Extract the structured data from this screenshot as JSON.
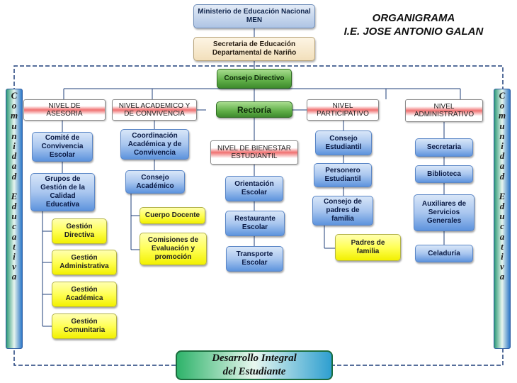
{
  "title": {
    "line1": "ORGANIGRAMA",
    "line2": "I.E. JOSE ANTONIO GALAN"
  },
  "top": {
    "men": [
      "Ministerio de Educación Nacional",
      "MEN"
    ],
    "secretaria": [
      "Secretaria de Educación",
      "Departamental de Nariño"
    ],
    "consejo": "Consejo Directivo",
    "rectoria": "Rectoría"
  },
  "levels": {
    "asesoria": [
      "NIVEL DE",
      "ASESORIA"
    ],
    "academico": [
      "NIVEL ACADEMICO Y",
      "DE CONVIVENCIA"
    ],
    "bienestar": [
      "NIVEL DE BIENESTAR",
      "ESTUDIANTIL"
    ],
    "participativo": [
      "NIVEL",
      "PARTICIPATIVO"
    ],
    "administrativo": [
      "NIVEL",
      "ADMINISTRATIVO"
    ]
  },
  "asesoria": {
    "comite": [
      "Comité de",
      "Convivencia",
      "Escolar"
    ],
    "grupos": [
      "Grupos de",
      "Gestión de la",
      "Calidad",
      "Educativa"
    ],
    "gestiones": [
      [
        "Gestión",
        "Directiva"
      ],
      [
        "Gestión",
        "Administrativa"
      ],
      [
        "Gestión",
        "Académica"
      ],
      [
        "Gestión",
        "Comunitaria"
      ]
    ]
  },
  "academico": {
    "coordinacion": [
      "Coordinación",
      "Académica y de",
      "Convivencia"
    ],
    "consejo": [
      "Consejo",
      "Académico"
    ],
    "cuerpo": "Cuerpo Docente",
    "comisiones": [
      "Comisiones de",
      "Evaluación y",
      "promoción"
    ]
  },
  "bienestar": {
    "items": [
      [
        "Orientación",
        "Escolar"
      ],
      [
        "Restaurante",
        "Escolar"
      ],
      [
        "Transporte",
        "Escolar"
      ]
    ]
  },
  "participativo": {
    "consejo": [
      "Consejo",
      "Estudiantil"
    ],
    "personero": [
      "Personero",
      "Estudiantil"
    ],
    "padres": [
      "Consejo de",
      "padres de",
      "familia"
    ],
    "padresFam": [
      "Padres de",
      "familia"
    ]
  },
  "administrativo": {
    "secretaria": "Secretaria",
    "biblioteca": "Biblioteca",
    "auxiliares": [
      "Auxiliares de",
      "Servicios",
      "Generales"
    ],
    "celaduria": "Celaduría"
  },
  "sidebar": {
    "words": [
      "Comunidad",
      "Educativa"
    ]
  },
  "footer": [
    "Desarrollo Integral",
    "del Estudiante"
  ],
  "colors": {
    "connector": "#1f3f7a",
    "dashedBorder": "#1f3f7a",
    "levelAccent": "#e83a3a"
  }
}
